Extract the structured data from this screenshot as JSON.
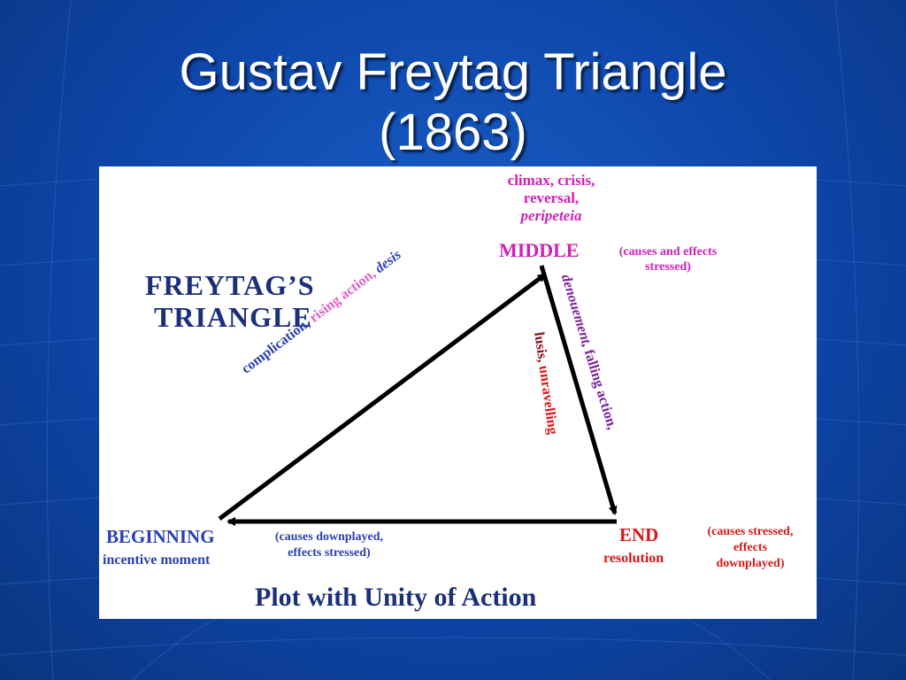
{
  "slide": {
    "title_line1": "Gustav Freytag Triangle",
    "title_line2": "(1863)"
  },
  "diagram": {
    "heading_line1": "FREYTAG’S",
    "heading_line2": "TRIANGLE",
    "apex": {
      "climax_line1": "climax, crisis,",
      "climax_line2": "reversal,",
      "climax_line3": "peripeteia",
      "label": "MIDDLE",
      "note_line1": "(causes and effects",
      "note_line2": "stressed)"
    },
    "left_side": {
      "complication": "complication,",
      "rising": "rising action,",
      "desis": "desis"
    },
    "right_side": {
      "denouement": "denouement,",
      "falling": "falling action,",
      "lusis": "lusis,",
      "unravelling": "unravelling"
    },
    "beginning": {
      "label": "BEGINNING",
      "sub": "incentive moment",
      "note_line1": "(causes downplayed,",
      "note_line2": "effects stressed)"
    },
    "end": {
      "label": "END",
      "sub": "resolution",
      "note_line1": "(causes stressed,",
      "note_line2": "effects",
      "note_line3": "downplayed)"
    },
    "caption": "Plot with Unity of Action",
    "colors": {
      "background": "#0d45a8",
      "navy": "#1b2f7a",
      "blue": "#2a3fb0",
      "magenta": "#d020b8",
      "red": "#d81818"
    }
  }
}
